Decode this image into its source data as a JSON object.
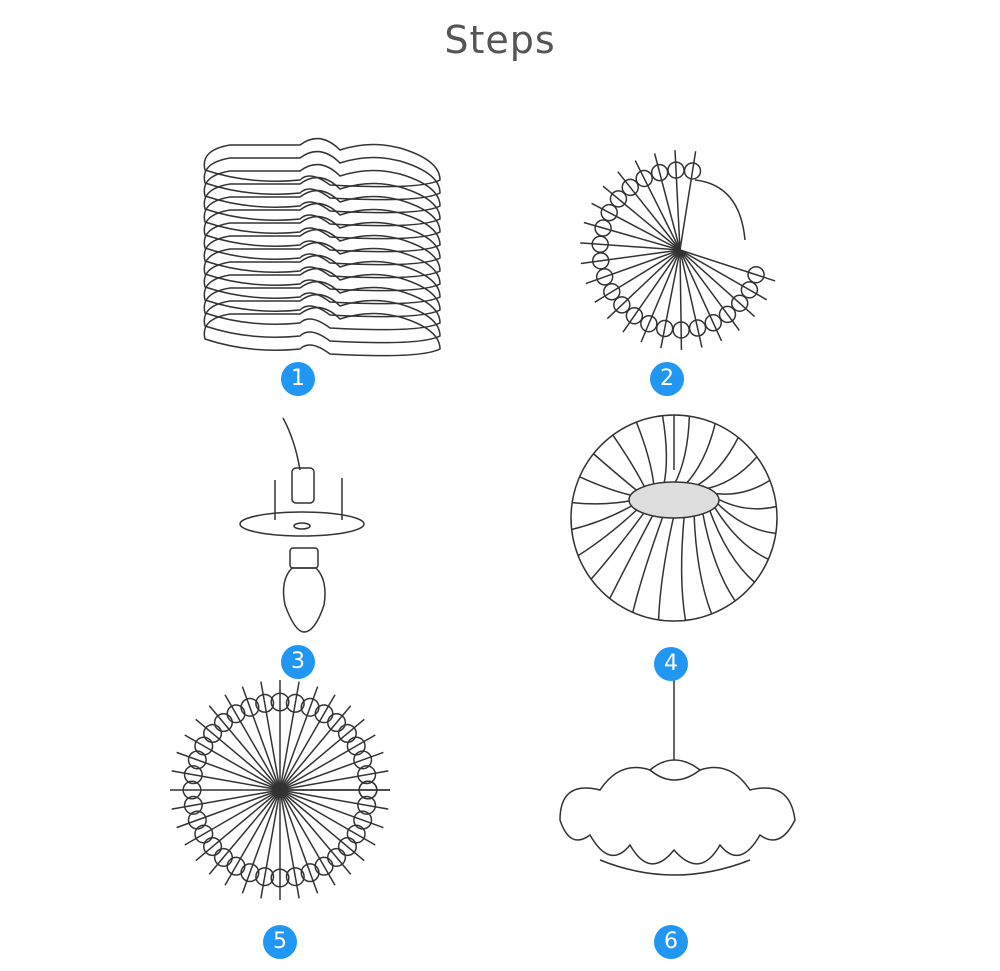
{
  "title": "Steps",
  "accent_color": "#2196f3",
  "steps": [
    {
      "number": "1",
      "icon": "stacked-sheets-icon"
    },
    {
      "number": "2",
      "icon": "fan-rotate-icon"
    },
    {
      "number": "3",
      "icon": "bulb-socket-assembly-icon"
    },
    {
      "number": "4",
      "icon": "assembled-top-view-icon"
    },
    {
      "number": "5",
      "icon": "full-rosette-icon"
    },
    {
      "number": "6",
      "icon": "hanging-lamp-icon"
    }
  ]
}
